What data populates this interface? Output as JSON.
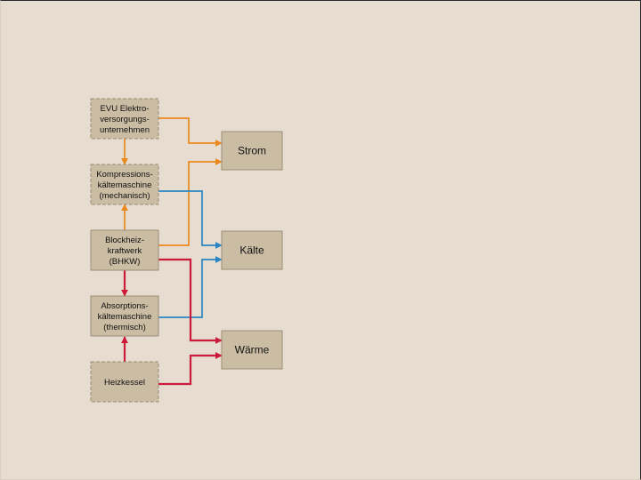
{
  "colors": {
    "background": "#e6ddd0",
    "node_fill": "#cbbca4",
    "node_border": "#9c8d78",
    "electric": "#ea8a1e",
    "cold": "#2a86c4",
    "heat": "#cc1a3a"
  },
  "sources": [
    {
      "id": "evu",
      "lines": [
        "EVU Elektro-",
        "versorgungs-",
        "unternehmen"
      ],
      "dashed": true
    },
    {
      "id": "kompression",
      "lines": [
        "Kompressions-",
        "kältemaschine",
        "(mechanisch)"
      ],
      "dashed": true
    },
    {
      "id": "bhkw",
      "lines": [
        "Blockheiz-",
        "kraftwerk",
        "(BHKW)"
      ],
      "dashed": false
    },
    {
      "id": "absorption",
      "lines": [
        "Absorptions-",
        "kältemaschine",
        "(thermisch)"
      ],
      "dashed": false
    },
    {
      "id": "heizkessel",
      "lines": [
        "Heizkessel"
      ],
      "dashed": true
    }
  ],
  "targets": [
    {
      "id": "strom",
      "label": "Strom"
    },
    {
      "id": "kaelte",
      "label": "Kälte"
    },
    {
      "id": "waerme",
      "label": "Wärme"
    }
  ],
  "flows": [
    {
      "from": "evu",
      "to": "strom",
      "kind": "electric"
    },
    {
      "from": "evu",
      "to": "kompression",
      "kind": "electric"
    },
    {
      "from": "bhkw",
      "to": "kompression",
      "kind": "electric"
    },
    {
      "from": "bhkw",
      "to": "strom",
      "kind": "electric"
    },
    {
      "from": "kompression",
      "to": "kaelte",
      "kind": "cold"
    },
    {
      "from": "absorption",
      "to": "kaelte",
      "kind": "cold"
    },
    {
      "from": "bhkw",
      "to": "absorption",
      "kind": "heat"
    },
    {
      "from": "bhkw",
      "to": "waerme",
      "kind": "heat"
    },
    {
      "from": "heizkessel",
      "to": "absorption",
      "kind": "heat"
    },
    {
      "from": "heizkessel",
      "to": "waerme",
      "kind": "heat"
    }
  ]
}
